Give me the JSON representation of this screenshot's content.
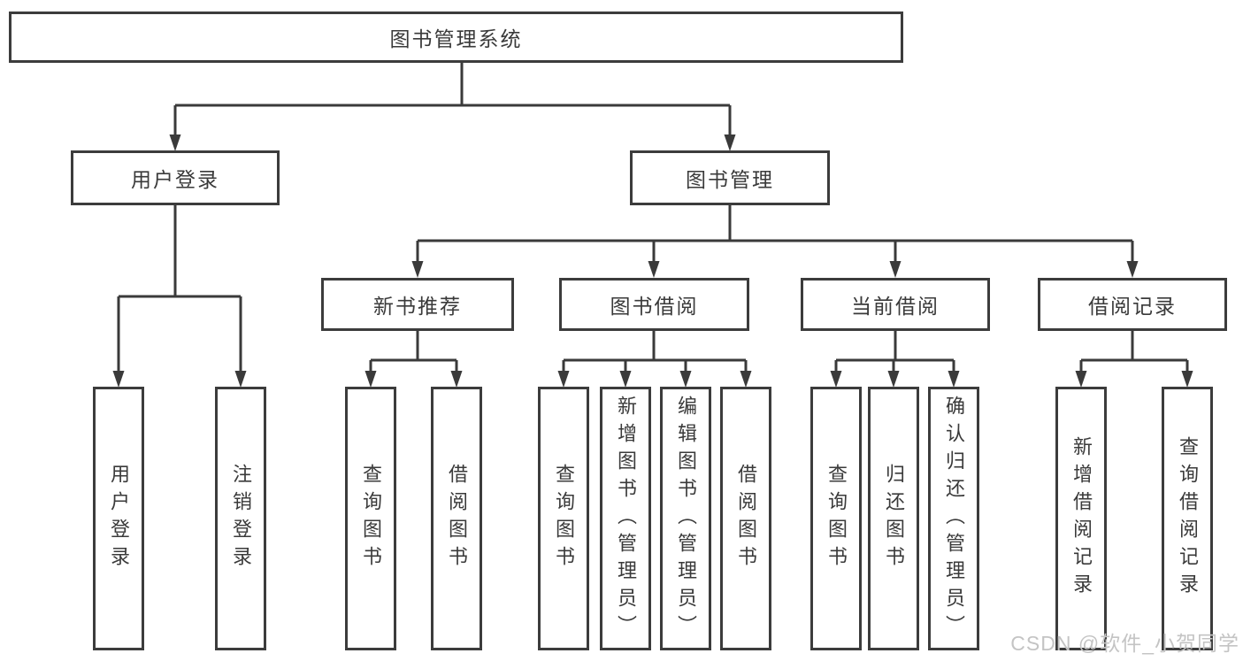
{
  "tree": {
    "label": "图书管理系统",
    "children": [
      {
        "label": "用户登录",
        "children": [
          {
            "label": "用户登录"
          },
          {
            "label": "注销登录"
          }
        ]
      },
      {
        "label": "图书管理",
        "children": [
          {
            "label": "新书推荐",
            "children": [
              {
                "label": "查询图书"
              },
              {
                "label": "借阅图书"
              }
            ]
          },
          {
            "label": "图书借阅",
            "children": [
              {
                "label": "查询图书"
              },
              {
                "label": "新增图书（管理员）"
              },
              {
                "label": "编辑图书（管理员）"
              },
              {
                "label": "借阅图书"
              }
            ]
          },
          {
            "label": "当前借阅",
            "children": [
              {
                "label": "查询图书"
              },
              {
                "label": "归还图书"
              },
              {
                "label": "确认归还（管理员）"
              }
            ]
          },
          {
            "label": "借阅记录",
            "children": [
              {
                "label": "新增借阅记录"
              },
              {
                "label": "查询借阅记录"
              }
            ]
          }
        ]
      }
    ]
  },
  "watermark": {
    "text": "CSDN @软件_小贺同学",
    "color": "#c4c4c4"
  },
  "colors": {
    "line": "#3a3a3a",
    "border": "#3c3c3c",
    "text": "#3a3a3a",
    "background": "#ffffff"
  }
}
